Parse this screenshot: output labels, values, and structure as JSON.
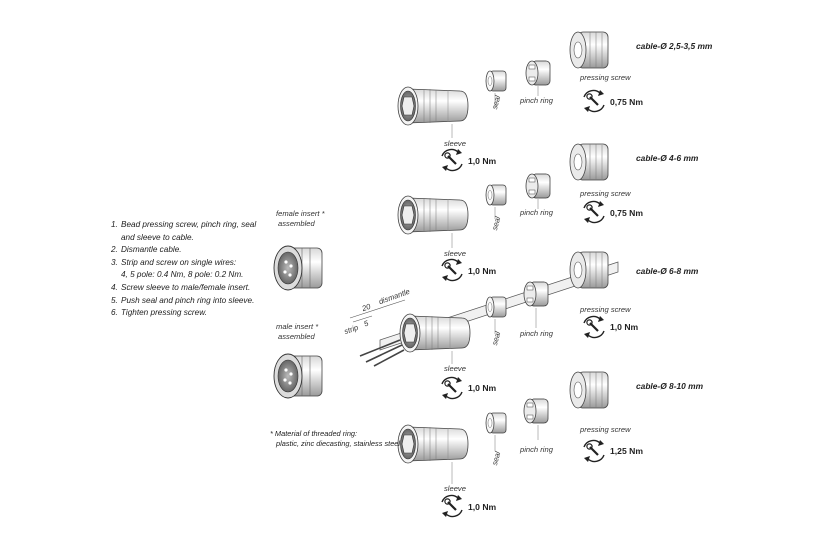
{
  "steps": [
    {
      "num": "1.",
      "text": "Bead pressing screw, pinch ring, seal"
    },
    {
      "num": "",
      "text": "and sleeve to cable."
    },
    {
      "num": "2.",
      "text": "Dismantle cable."
    },
    {
      "num": "3.",
      "text": "Strip and screw on single wires:"
    },
    {
      "num": "",
      "text": "4, 5 pole: 0.4 Nm, 8 pole: 0.2 Nm."
    },
    {
      "num": "4.",
      "text": "Screw sleeve to male/female insert."
    },
    {
      "num": "5.",
      "text": "Push seal and pinch ring into sleeve."
    },
    {
      "num": "6.",
      "text": "Tighten pressing screw."
    }
  ],
  "inserts": {
    "female": [
      "female insert *",
      "assembled"
    ],
    "male": [
      "male insert *",
      "assembled"
    ]
  },
  "note": [
    "* Material of threaded ring:",
    "plastic, zinc diecasting, stainless steel"
  ],
  "dims": {
    "strip_label": "strip",
    "strip_value": "5",
    "dismantle_label": "dismantle",
    "dismantle_value": "20"
  },
  "labels": {
    "sleeve": "sleeve",
    "seal": "seal",
    "pinch_ring": "pinch ring",
    "pressing_screw": "pressing screw"
  },
  "variants": [
    {
      "title": "cable-Ø 2,5-3,5 mm",
      "screw_torque": "0,75 Nm",
      "sleeve_torque": "1,0 Nm"
    },
    {
      "title": "cable-Ø 4-6 mm",
      "screw_torque": "0,75 Nm",
      "sleeve_torque": "1,0 Nm"
    },
    {
      "title": "cable-Ø 6-8 mm",
      "screw_torque": "1,0 Nm",
      "sleeve_torque": "1,0 Nm"
    },
    {
      "title": "cable-Ø 8-10 mm",
      "screw_torque": "1,25 Nm",
      "sleeve_torque": "1,0 Nm"
    }
  ]
}
